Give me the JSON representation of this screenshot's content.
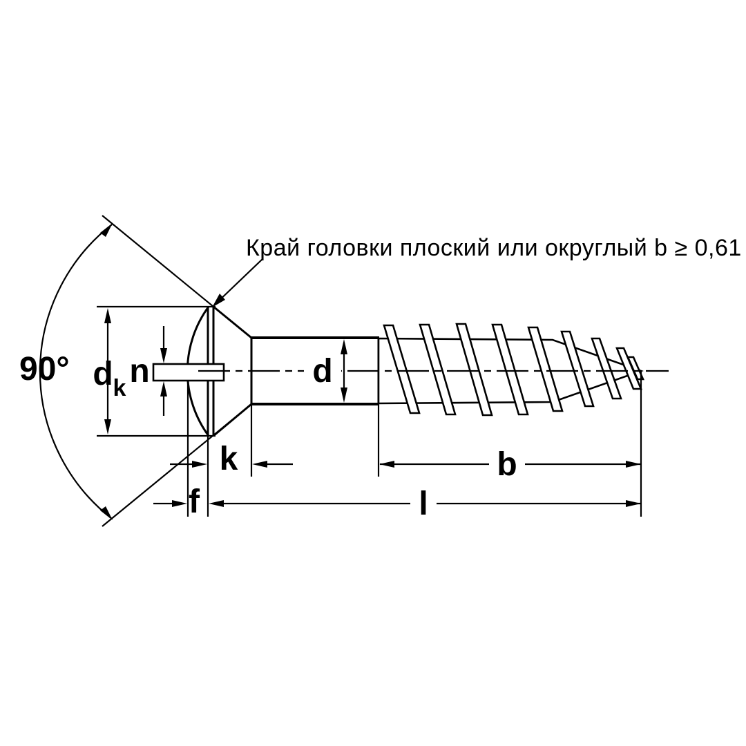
{
  "drawing": {
    "type": "wood screw with slotted raised countersunk (oval) head — dimensional diagram",
    "note": "Край головки плоский или округлый b ≥ 0,61",
    "angle_label": "90°",
    "labels": {
      "head_diameter_main": "d",
      "head_diameter_sub": "k",
      "slot_width": "n",
      "shank_diameter": "d",
      "head_depth": "k",
      "dome_height": "f",
      "thread_length": "b",
      "total_length": "l"
    },
    "colors": {
      "ink": "#000000",
      "paper": "#ffffff"
    }
  }
}
